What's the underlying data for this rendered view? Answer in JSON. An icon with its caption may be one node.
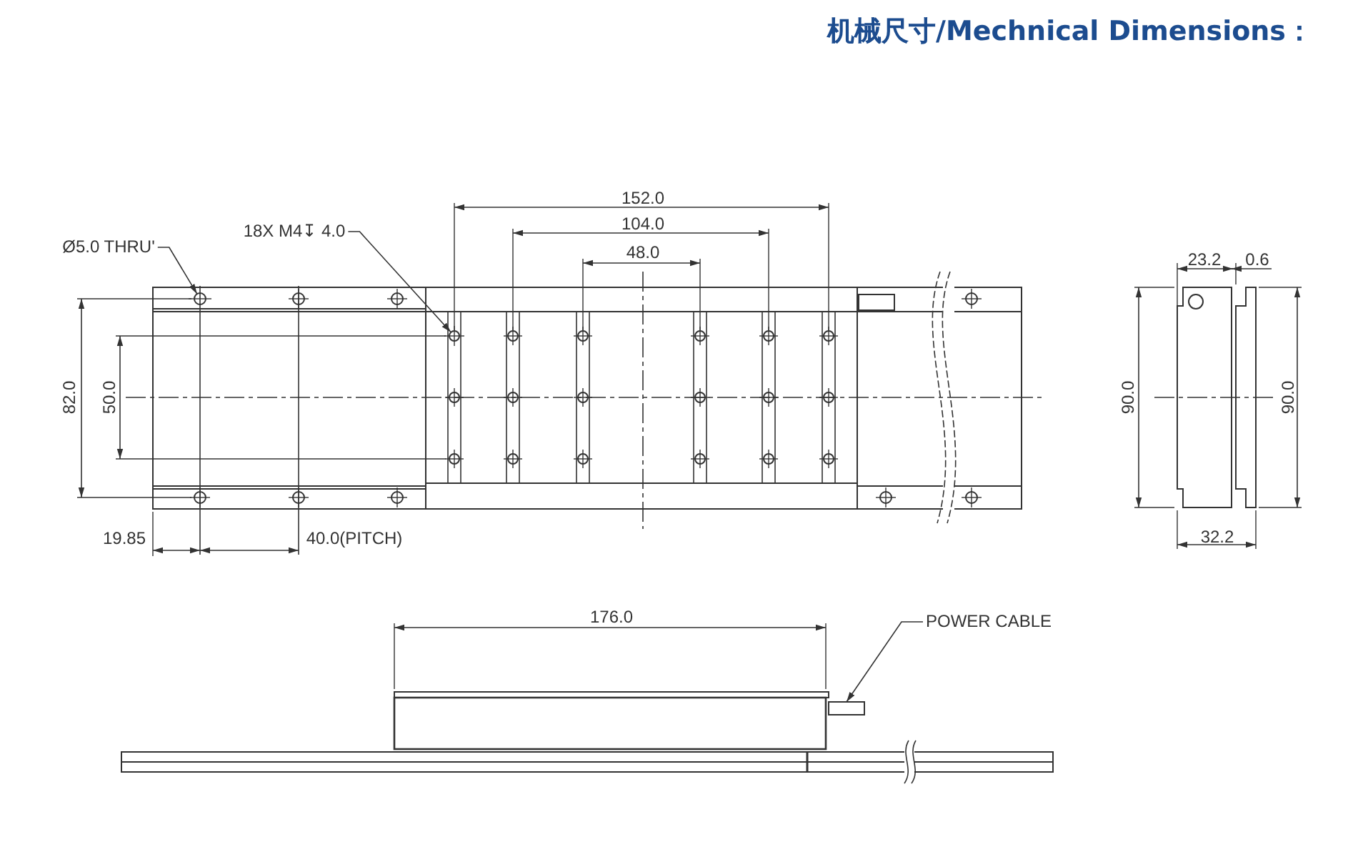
{
  "diagram": {
    "title": "机械尺寸/Mechnical Dimensions：",
    "nodes": [
      {
        "text": [
          "Ø5.0 THRU'"
        ]
      },
      {
        "text": [],
        "shape": "circle"
      },
      {
        "text": [
          "18X M4↧ 4.0"
        ]
      },
      {
        "text": [],
        "shape": "circle"
      },
      {
        "text": [
          "POWER CABLE"
        ]
      },
      {
        "text": [],
        "shape": "box"
      }
    ],
    "edges": [
      {
        "from": 0,
        "to": 1,
        "arrow": "to"
      },
      {
        "from": 2,
        "to": 3,
        "arrow": "to"
      },
      {
        "from": 4,
        "to": 5,
        "arrow": "to"
      }
    ],
    "labels": [
      "152.0",
      "104.0",
      "48.0",
      "23.2",
      "0.6",
      "82.0",
      "50.0",
      "90.0",
      "90.0",
      "19.85",
      "40.0(PITCH)",
      "32.2",
      "176.0"
    ]
  }
}
